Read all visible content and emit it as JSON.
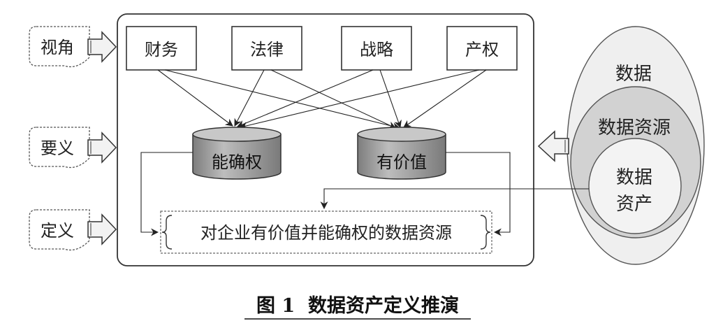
{
  "side_labels": [
    {
      "id": "perspective",
      "text": "视角"
    },
    {
      "id": "essentials",
      "text": "要义"
    },
    {
      "id": "definition",
      "text": "定义"
    }
  ],
  "perspectives": [
    {
      "id": "finance",
      "text": "财务"
    },
    {
      "id": "law",
      "text": "法律"
    },
    {
      "id": "strategy",
      "text": "战略"
    },
    {
      "id": "property",
      "text": "产权"
    }
  ],
  "essentials": [
    {
      "id": "confirmable",
      "text": "能确权"
    },
    {
      "id": "valuable",
      "text": "有价值"
    }
  ],
  "definition_text": "对企业有价值并能确权的数据资源",
  "ellipses": {
    "outer": "数据",
    "middle": "数据资源",
    "inner_line1": "数据",
    "inner_line2": "资产"
  },
  "caption": "图 1  数据资产定义推演",
  "colors": {
    "stroke": "#333333",
    "cylinder_top": "#c8c8c8",
    "cylinder_body": "#9a9a9a",
    "arrow_fill": "#f2f2f2",
    "ellipse_outer": "#efefef",
    "ellipse_middle": "#d4d4d4",
    "ellipse_inner": "#f3f3f3"
  }
}
